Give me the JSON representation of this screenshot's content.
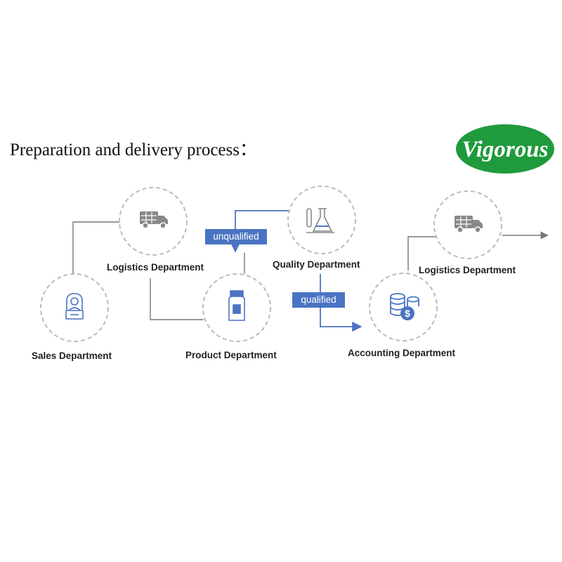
{
  "title": "Preparation and delivery process：",
  "logo": {
    "text": "Vigorous",
    "colors": {
      "fill": "#1f9a3c",
      "text": "#ffffff"
    }
  },
  "departments": {
    "logistics_1": {
      "label": "Logistics  Department",
      "icon": "truck-icon"
    },
    "sales": {
      "label": "Sales Department",
      "icon": "salesperson-icon"
    },
    "product": {
      "label": "Product  Department",
      "icon": "bottle-icon"
    },
    "quality": {
      "label": "Quality  Department",
      "icon": "lab-flask-icon"
    },
    "accounting": {
      "label": "Accounting Department",
      "icon": "coins-dollar-icon"
    },
    "logistics_2": {
      "label": "Logistics  Department",
      "icon": "truck-icon"
    }
  },
  "tags": {
    "unqualified": "unqualified",
    "qualified": "qualified"
  },
  "colors": {
    "accent": "#4a74c2",
    "connector": "#777777",
    "circle": "#bbbbbb",
    "icon": "#888888"
  }
}
